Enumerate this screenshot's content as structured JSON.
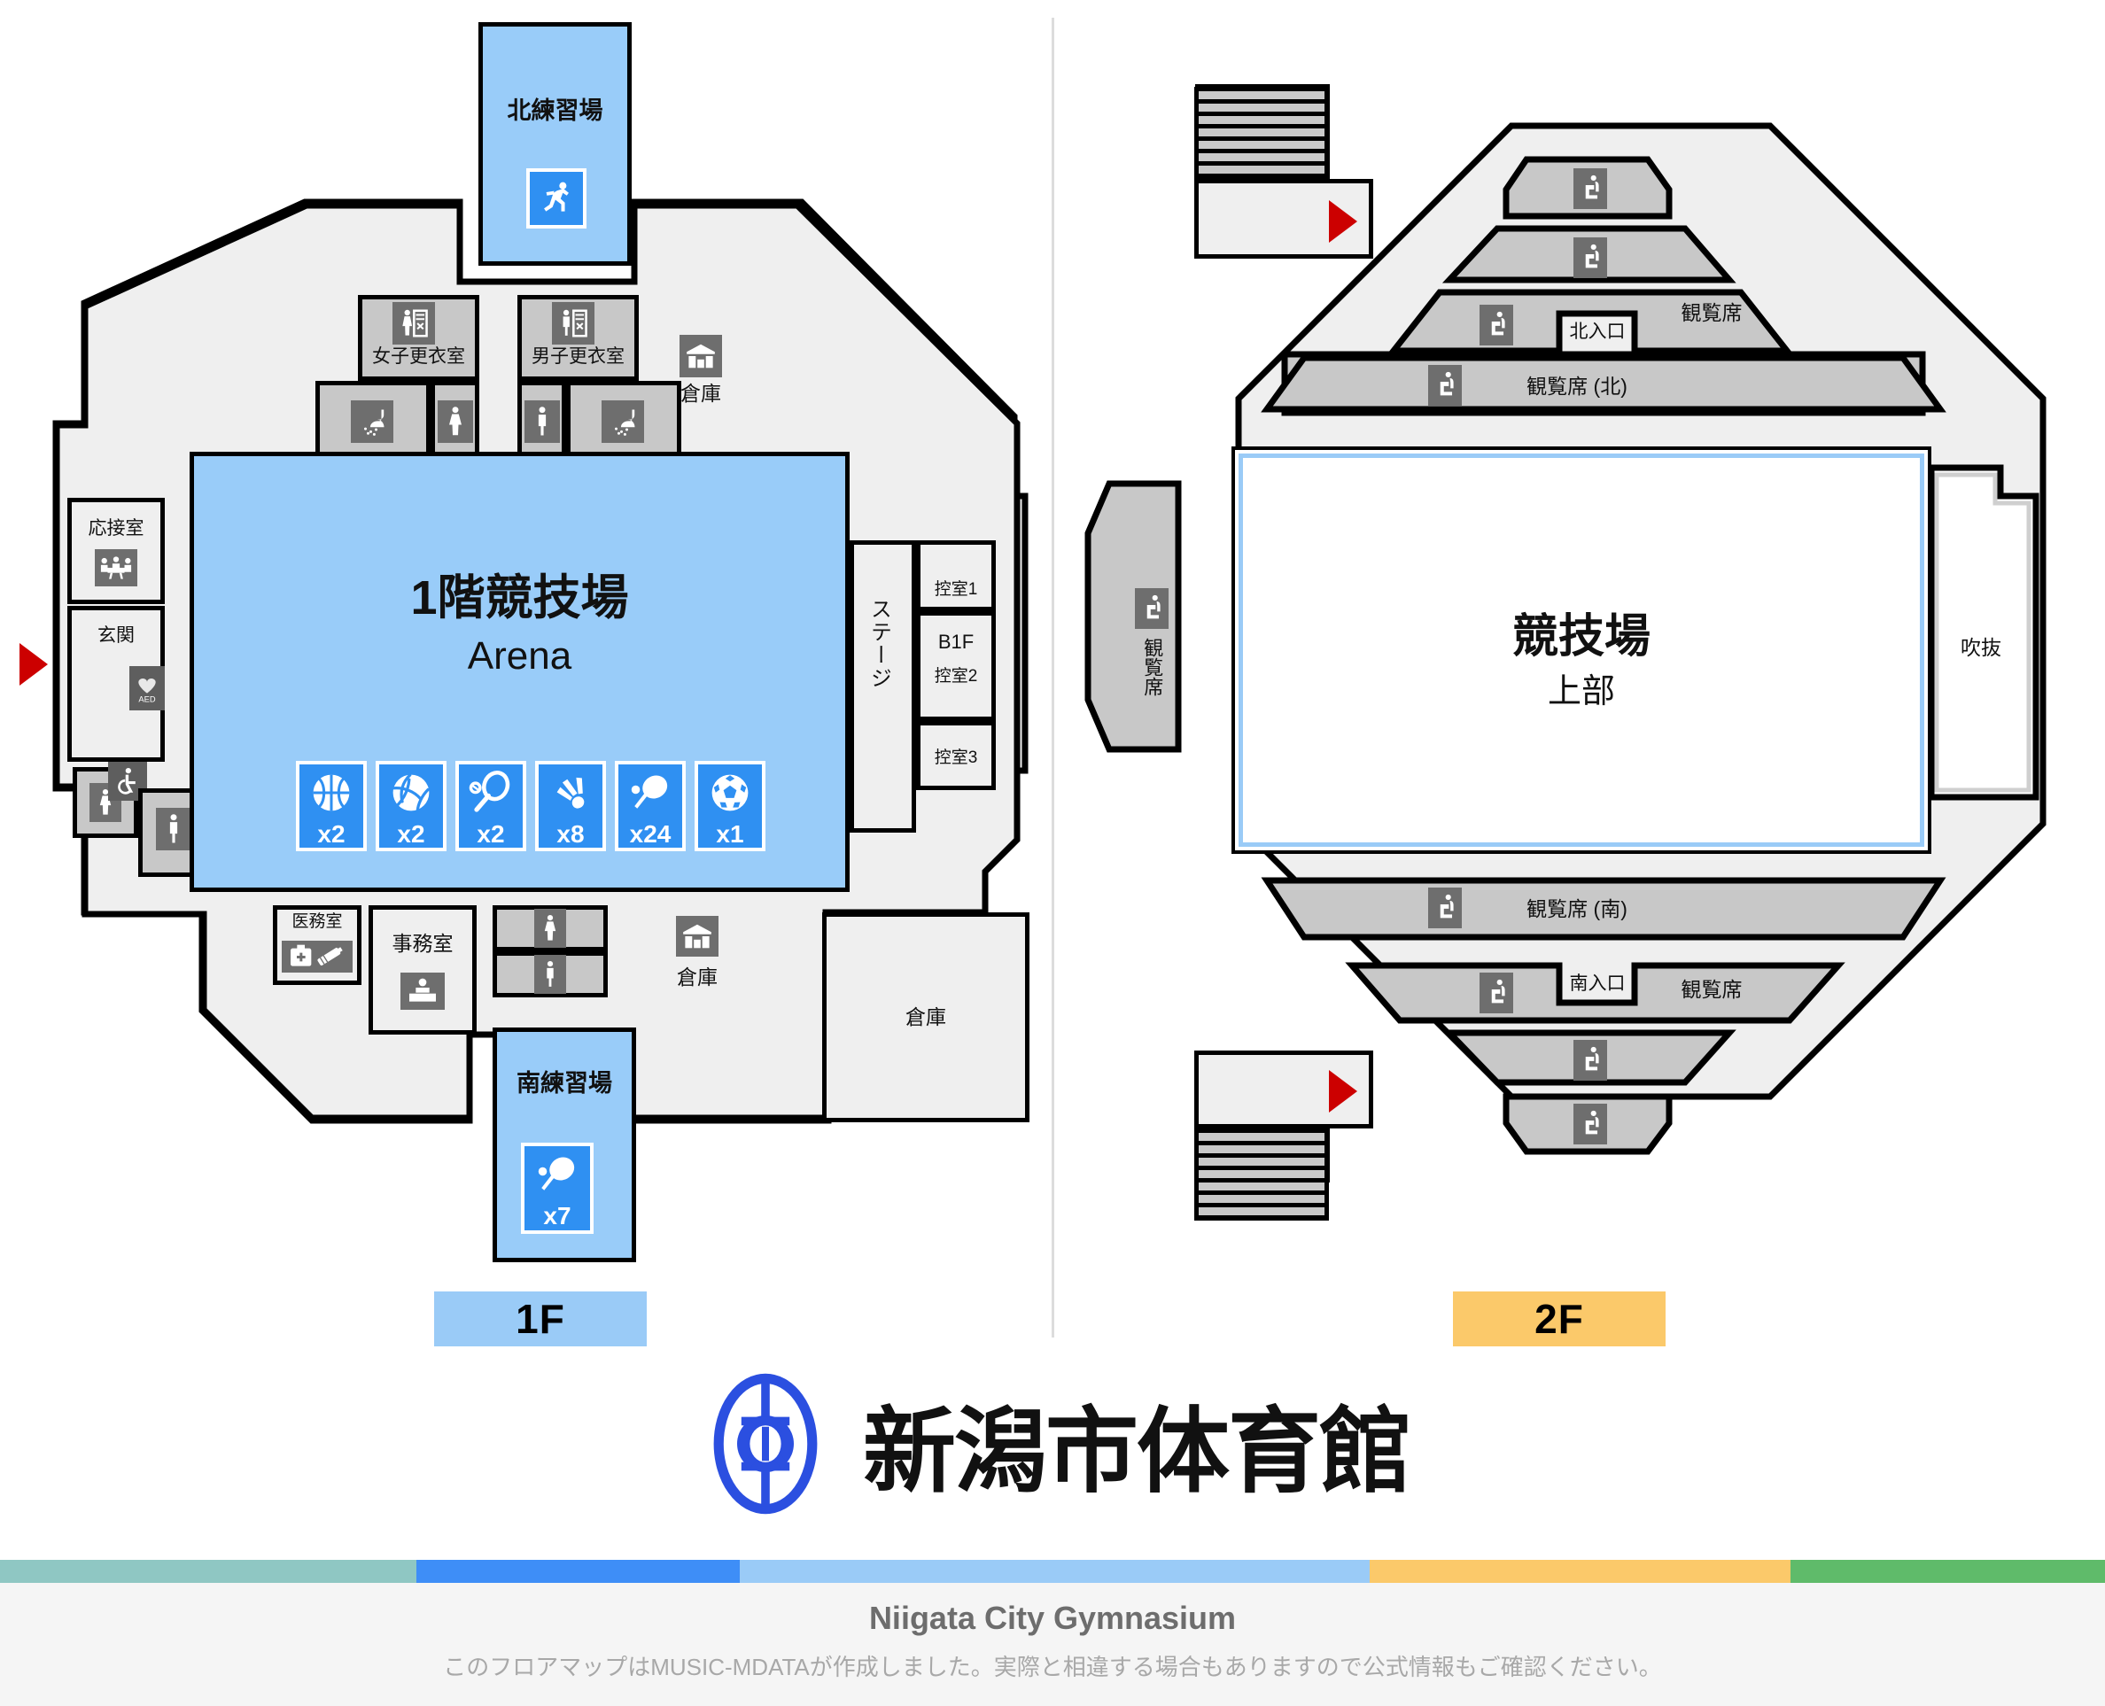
{
  "venue": {
    "name_jp": "新潟市体育館",
    "name_en": "Niigata City Gymnasium",
    "disclaimer": "このフロアマップはMUSIC-MDATAが作成しました。実際と相違する場合もありますので公式情報もご確認ください。",
    "logo_color": "#2b4fe0"
  },
  "floors": {
    "f1": {
      "badge": "1F",
      "badge_color": "#9acbf7"
    },
    "f2": {
      "badge": "2F",
      "badge_color": "#fbc96a"
    }
  },
  "floor1": {
    "north_practice": {
      "label": "北練習場",
      "icon": "running-icon"
    },
    "arena": {
      "title_jp": "1階競技場",
      "title_en": "Arena",
      "sports": [
        {
          "icon": "basketball-icon",
          "count": "x2"
        },
        {
          "icon": "volleyball-icon",
          "count": "x2"
        },
        {
          "icon": "tennis-icon",
          "count": "x2"
        },
        {
          "icon": "badminton-icon",
          "count": "x8"
        },
        {
          "icon": "table-tennis-icon",
          "count": "x24"
        },
        {
          "icon": "futsal-icon",
          "count": "x1"
        }
      ]
    },
    "south_practice": {
      "label": "南練習場",
      "icon": "table-tennis-icon",
      "count": "x7"
    },
    "rooms": {
      "womens_locker": "女子更衣室",
      "mens_locker": "男子更衣室",
      "storage_north": "倉庫",
      "reception": "応接室",
      "entrance": "玄関",
      "medical": "医務室",
      "office": "事務室",
      "storage_south": "倉庫",
      "storage_southeast": "倉庫",
      "stage": "ステージ",
      "green_room_1": "控室1",
      "green_room_2_floor": "B1F",
      "green_room_2": "控室2",
      "green_room_3": "控室3"
    }
  },
  "floor2": {
    "arena": {
      "title_jp": "競技場",
      "subtitle_jp": "上部"
    },
    "void": "吹抜",
    "seating": {
      "north_entrance": "北入口",
      "south_entrance": "南入口",
      "north_main": "観覧席 (北)",
      "south_main": "観覧席 (南)",
      "generic": "観覧席",
      "west_vertical": "観覧席"
    }
  },
  "stripe_colors": [
    "#8fc7c3",
    "#3e8ef7",
    "#9acbf7",
    "#fbc96a",
    "#5fbb6a"
  ]
}
